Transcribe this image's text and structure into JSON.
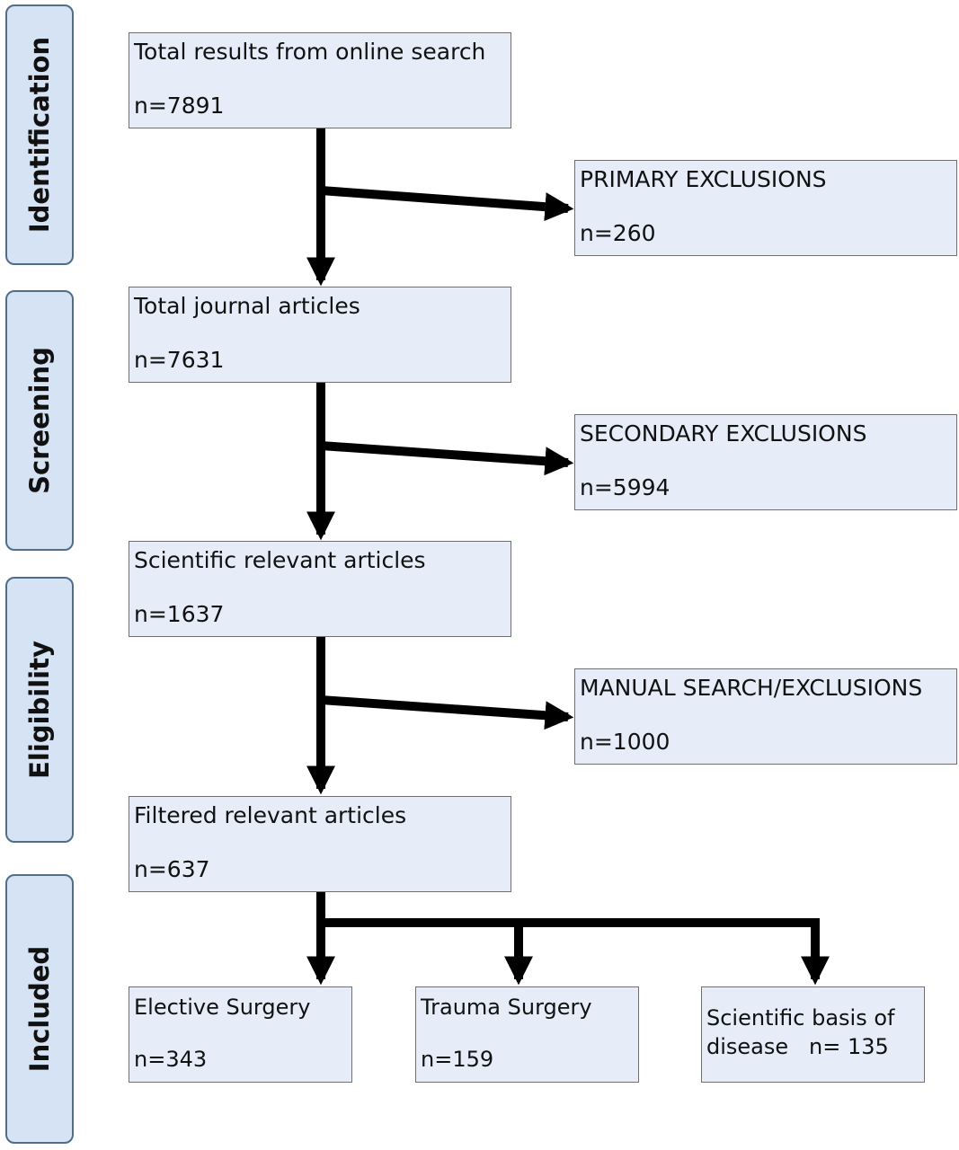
{
  "stages": [
    {
      "label": "Identification"
    },
    {
      "label": "Screening"
    },
    {
      "label": "Eligibility"
    },
    {
      "label": "Included"
    }
  ],
  "main_boxes": [
    {
      "title": "Total results from online search",
      "count": "n=7891"
    },
    {
      "title": "Total journal articles",
      "count": "n=7631"
    },
    {
      "title": "Scientific relevant articles",
      "count": "n=1637"
    },
    {
      "title": "Filtered relevant articles",
      "count": "n=637"
    }
  ],
  "exclusion_boxes": [
    {
      "title": "PRIMARY EXCLUSIONS",
      "count": "n=260"
    },
    {
      "title": "SECONDARY EXCLUSIONS",
      "count": "n=5994"
    },
    {
      "title": "MANUAL SEARCH/EXCLUSIONS",
      "count": "n=1000"
    }
  ],
  "included_boxes": [
    {
      "title": "Elective Surgery",
      "count": "n=343"
    },
    {
      "title": "Trauma Surgery",
      "count": "n=159"
    },
    {
      "title": "Scientific basis of",
      "count": "disease   n= 135"
    }
  ]
}
